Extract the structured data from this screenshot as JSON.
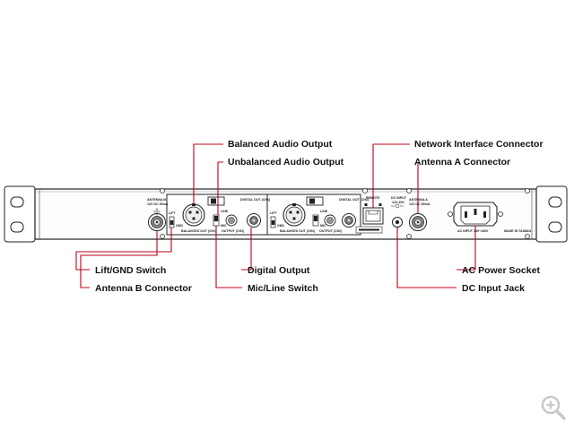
{
  "callouts": {
    "balanced_audio_output": "Balanced Audio Output",
    "unbalanced_audio_output": "Unbalanced Audio Output",
    "network_interface_connector": "Network Interface Connector",
    "antenna_a_connector": "Antenna A Connector",
    "lift_gnd_switch": "Lift/GND Switch",
    "antenna_b_connector": "Antenna B Connector",
    "digital_output": "Digital Output",
    "mic_line_switch": "Mic/Line Switch",
    "ac_power_socket": "AC Power Socket",
    "dc_input_jack": "DC Input Jack"
  },
  "panel_text": {
    "antenna_b": "ANTENNA B",
    "antenna_b_spec": "12V DC 50mA",
    "lift": "LIFT",
    "gnd": "GND",
    "line": "LINE",
    "mic": "MIC",
    "balanced_out_1": "BALANCED OUT (CH1)",
    "output_1": "OUTPUT (CH1)",
    "digital_out_1": "DIGITAL OUT (CH1)",
    "balanced_out_2": "BALANCED OUT (CH2)",
    "output_2": "OUTPUT (CH2)",
    "digital_out_2": "DIGITAL OUT (CH2)",
    "remote": "REMOTE",
    "dc_input": "DC INPUT",
    "dc_input_spec": "12V-15V",
    "antenna_a": "ANTENNA A",
    "antenna_a_spec": "12V DC 50mA",
    "ac_input": "AC INPUT 100~240V",
    "made_in": "MADE IN TAIWAN"
  },
  "colors": {
    "leader_line": "#c0001a",
    "outline": "#222222",
    "callout_text": "#111111"
  },
  "icons": {
    "zoom": "magnifier-plus-icon"
  }
}
